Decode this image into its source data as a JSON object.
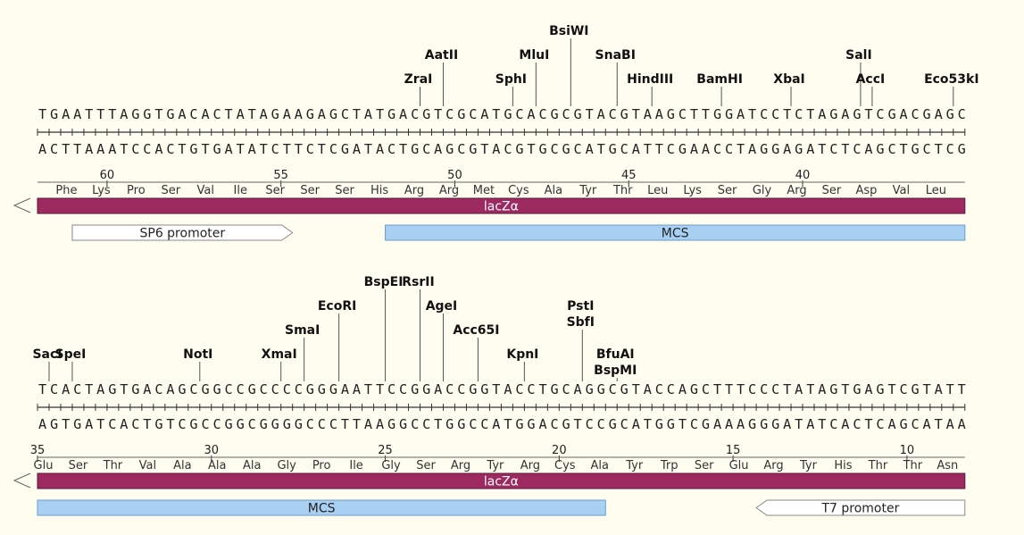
{
  "colors": {
    "background": "#fffdf0",
    "gene": "#9c2a60",
    "mcs": "#a8d0f3",
    "promoter_fill": "#ffffff",
    "promoter_stroke": "#888888"
  },
  "rows": [
    {
      "top_strand": "TGAATTTAGGTGACACTATAGAAGAGCTATGACGTCGCATGCACGCGTACGTAAGCTTGGATCCTCTAGAGTCGACGAGC",
      "bottom_strand": "ACTTAAATCCACTGTGATATCTTCTCGATACTGCAGCGTACGTGCGCATGCATTCGAACCTAGGAGATCTCAGCTGCTCG",
      "enzymes": [
        {
          "name": "ZraI",
          "site": 33,
          "level": 0
        },
        {
          "name": "AatII",
          "site": 35,
          "level": 1
        },
        {
          "name": "SphI",
          "site": 41,
          "level": 0
        },
        {
          "name": "MluI",
          "site": 43,
          "level": 1
        },
        {
          "name": "BsiWI",
          "site": 46,
          "level": 2
        },
        {
          "name": "SnaBI",
          "site": 50,
          "level": 1
        },
        {
          "name": "HindIII",
          "site": 53,
          "level": 0
        },
        {
          "name": "BamHI",
          "site": 59,
          "level": 0
        },
        {
          "name": "XbaI",
          "site": 65,
          "level": 0
        },
        {
          "name": "SalI",
          "site": 71,
          "level": 1
        },
        {
          "name": "AccI",
          "site": 72,
          "level": 0
        },
        {
          "name": "Eco53kI",
          "site": 79,
          "level": 0
        }
      ],
      "numbers": [
        {
          "label": "60",
          "pos": 6
        },
        {
          "label": "55",
          "pos": 21
        },
        {
          "label": "50",
          "pos": 36
        },
        {
          "label": "45",
          "pos": 51
        },
        {
          "label": "40",
          "pos": 66
        }
      ],
      "amino_acids": [
        "Phe",
        "Lys",
        "Pro",
        "Ser",
        "Val",
        "Ile",
        "Ser",
        "Ser",
        "Ser",
        "His",
        "Arg",
        "Arg",
        "Met",
        "Cys",
        "Ala",
        "Tyr",
        "Thr",
        "Leu",
        "Lys",
        "Ser",
        "Gly",
        "Arg",
        "Ser",
        "Asp",
        "Val",
        "Leu"
      ],
      "aa_start": 1,
      "gene": {
        "label": "lacZα"
      },
      "features": [
        {
          "label": "SP6 promoter",
          "type": "promoter",
          "from": 3,
          "to": 22,
          "direction": "right",
          "lane": 0
        },
        {
          "label": "MCS",
          "type": "mcs",
          "from": 30,
          "to": 80,
          "lane": 0
        }
      ]
    },
    {
      "top_strand": "TCACTAGTGACAGCGGCCGCCCCGGGAATTCCGGACCGGTACCTGCAGGCGTACCAGCTTTCCCTATAGTGAGTCGTATT",
      "bottom_strand": "AGTGATCACTGTCGCCGGCGGGGCCCTTAAGGCCTGGCCATGGACGTCCGCATGGTCGAAAGGGATATCACTCAGCATAA",
      "enzymes": [
        {
          "name": "SacI",
          "site": 1,
          "level": 0
        },
        {
          "name": "SpeI",
          "site": 3,
          "level": 0
        },
        {
          "name": "NotI",
          "site": 14,
          "level": 0
        },
        {
          "name": "XmaI",
          "site": 21,
          "level": 0
        },
        {
          "name": "SmaI",
          "site": 23,
          "level": 1
        },
        {
          "name": "EcoRI",
          "site": 26,
          "level": 2
        },
        {
          "name": "BspEI",
          "site": 30,
          "level": 3
        },
        {
          "name": "RsrII",
          "site": 33,
          "level": 3
        },
        {
          "name": "AgeI",
          "site": 35,
          "level": 2
        },
        {
          "name": "Acc65I",
          "site": 38,
          "level": 1
        },
        {
          "name": "KpnI",
          "site": 42,
          "level": 0
        },
        {
          "name": "PstI",
          "site": 47,
          "level": 2,
          "line2": "SbfI"
        },
        {
          "name": "BfuAI",
          "site": 50,
          "level": 0,
          "line2": "BspMI"
        }
      ],
      "numbers": [
        {
          "label": "35",
          "pos": 0
        },
        {
          "label": "30",
          "pos": 15
        },
        {
          "label": "25",
          "pos": 30
        },
        {
          "label": "20",
          "pos": 45
        },
        {
          "label": "15",
          "pos": 60
        },
        {
          "label": "10",
          "pos": 75
        }
      ],
      "amino_acids": [
        "Glu",
        "Ser",
        "Thr",
        "Val",
        "Ala",
        "Ala",
        "Ala",
        "Gly",
        "Pro",
        "Ile",
        "Gly",
        "Ser",
        "Arg",
        "Tyr",
        "Arg",
        "Cys",
        "Ala",
        "Tyr",
        "Trp",
        "Ser",
        "Glu",
        "Arg",
        "Tyr",
        "His",
        "Thr",
        "Thr",
        "Asn"
      ],
      "aa_start": -1,
      "gene": {
        "label": "lacZα"
      },
      "features": [
        {
          "label": "MCS",
          "type": "mcs",
          "from": 0,
          "to": 49,
          "lane": 0
        },
        {
          "label": "T7 promoter",
          "type": "promoter",
          "from": 62,
          "to": 80,
          "direction": "left",
          "lane": 0
        }
      ]
    }
  ]
}
